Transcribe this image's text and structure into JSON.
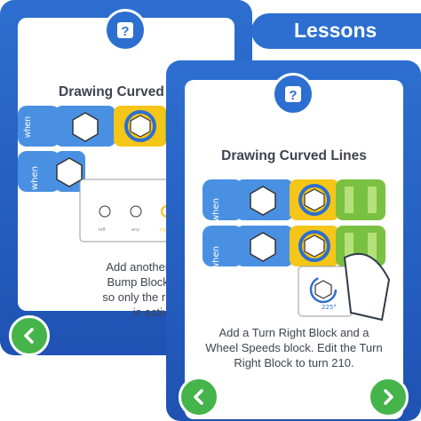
{
  "tab": {
    "label": "Lessons"
  },
  "back_card": {
    "title": "Drawing Curved Lines",
    "instruction": "Add another Wheel\nBump Block. Edit it\nso only the right side\nis active.",
    "when_label": "when",
    "sensor_labels": {
      "left": "left",
      "any": "any",
      "right": "right"
    }
  },
  "front_card": {
    "title": "Drawing Curved Lines",
    "instruction": "Add a Turn Right Block and a\nWheel Speeds block. Edit the Turn\nRight Block to turn 210.",
    "when_label": "when",
    "angle_label": "225°"
  },
  "icons": {
    "question": "question-icon",
    "back": "chevron-left-icon",
    "next": "chevron-right-icon",
    "hand": "pointing-hand-icon"
  },
  "colors": {
    "card_blue": "#2d6fd0",
    "nav_green": "#45b44a",
    "block_blue": "#4a90e2",
    "block_yellow": "#f5c518",
    "block_green": "#7ac142"
  }
}
